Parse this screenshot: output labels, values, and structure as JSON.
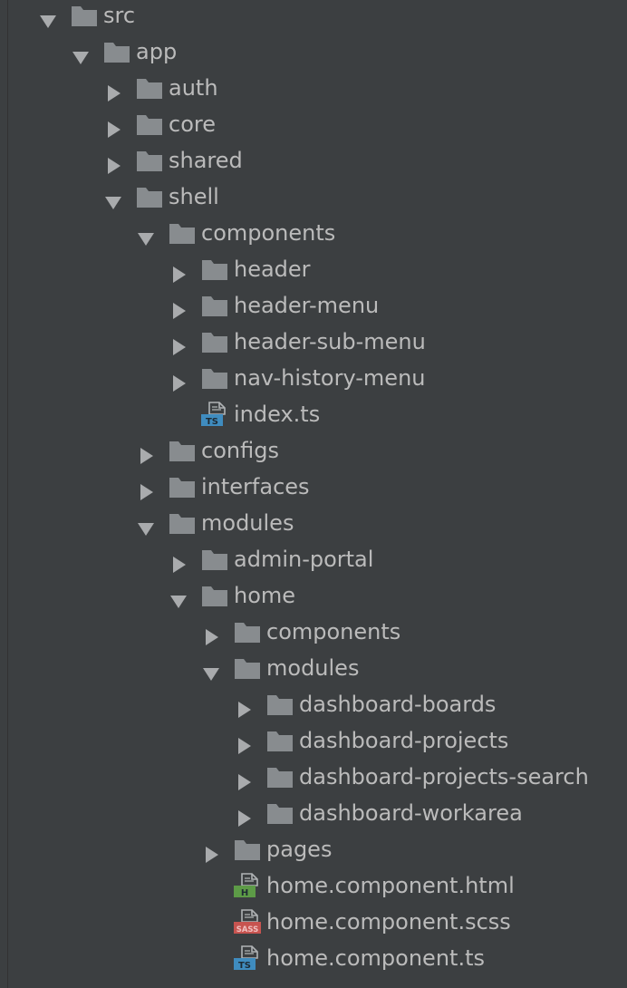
{
  "tree": {
    "rows": [
      {
        "label": "src",
        "level": 0,
        "kind": "folder",
        "expanded": true
      },
      {
        "label": "app",
        "level": 1,
        "kind": "folder",
        "expanded": true
      },
      {
        "label": "auth",
        "level": 2,
        "kind": "folder",
        "expanded": false
      },
      {
        "label": "core",
        "level": 2,
        "kind": "folder",
        "expanded": false
      },
      {
        "label": "shared",
        "level": 2,
        "kind": "folder",
        "expanded": false
      },
      {
        "label": "shell",
        "level": 2,
        "kind": "folder",
        "expanded": true
      },
      {
        "label": "components",
        "level": 3,
        "kind": "folder",
        "expanded": true
      },
      {
        "label": "header",
        "level": 4,
        "kind": "folder",
        "expanded": false
      },
      {
        "label": "header-menu",
        "level": 4,
        "kind": "folder",
        "expanded": false
      },
      {
        "label": "header-sub-menu",
        "level": 4,
        "kind": "folder",
        "expanded": false
      },
      {
        "label": "nav-history-menu",
        "level": 4,
        "kind": "folder",
        "expanded": false
      },
      {
        "label": "index.ts",
        "level": 4,
        "kind": "file",
        "filetype": "TS"
      },
      {
        "label": "configs",
        "level": 3,
        "kind": "folder",
        "expanded": false
      },
      {
        "label": "interfaces",
        "level": 3,
        "kind": "folder",
        "expanded": false
      },
      {
        "label": "modules",
        "level": 3,
        "kind": "folder",
        "expanded": true
      },
      {
        "label": "admin-portal",
        "level": 4,
        "kind": "folder",
        "expanded": false
      },
      {
        "label": "home",
        "level": 4,
        "kind": "folder",
        "expanded": true
      },
      {
        "label": "components",
        "level": 5,
        "kind": "folder",
        "expanded": false
      },
      {
        "label": "modules",
        "level": 5,
        "kind": "folder",
        "expanded": true
      },
      {
        "label": "dashboard-boards",
        "level": 6,
        "kind": "folder",
        "expanded": false
      },
      {
        "label": "dashboard-projects",
        "level": 6,
        "kind": "folder",
        "expanded": false
      },
      {
        "label": "dashboard-projects-search",
        "level": 6,
        "kind": "folder",
        "expanded": false
      },
      {
        "label": "dashboard-workarea",
        "level": 6,
        "kind": "folder",
        "expanded": false
      },
      {
        "label": "pages",
        "level": 5,
        "kind": "folder",
        "expanded": false
      },
      {
        "label": "home.component.html",
        "level": 5,
        "kind": "file",
        "filetype": "H"
      },
      {
        "label": "home.component.scss",
        "level": 5,
        "kind": "file",
        "filetype": "SASS"
      },
      {
        "label": "home.component.ts",
        "level": 5,
        "kind": "file",
        "filetype": "TS"
      }
    ]
  },
  "colors": {
    "background": "#3c3f41",
    "text": "#bbbbbb",
    "folder": "#888c8f",
    "arrow": "#a9abad",
    "ts_badge": "#3f8cbf",
    "html_badge": "#5d9b47",
    "sass_badge": "#c75450"
  }
}
